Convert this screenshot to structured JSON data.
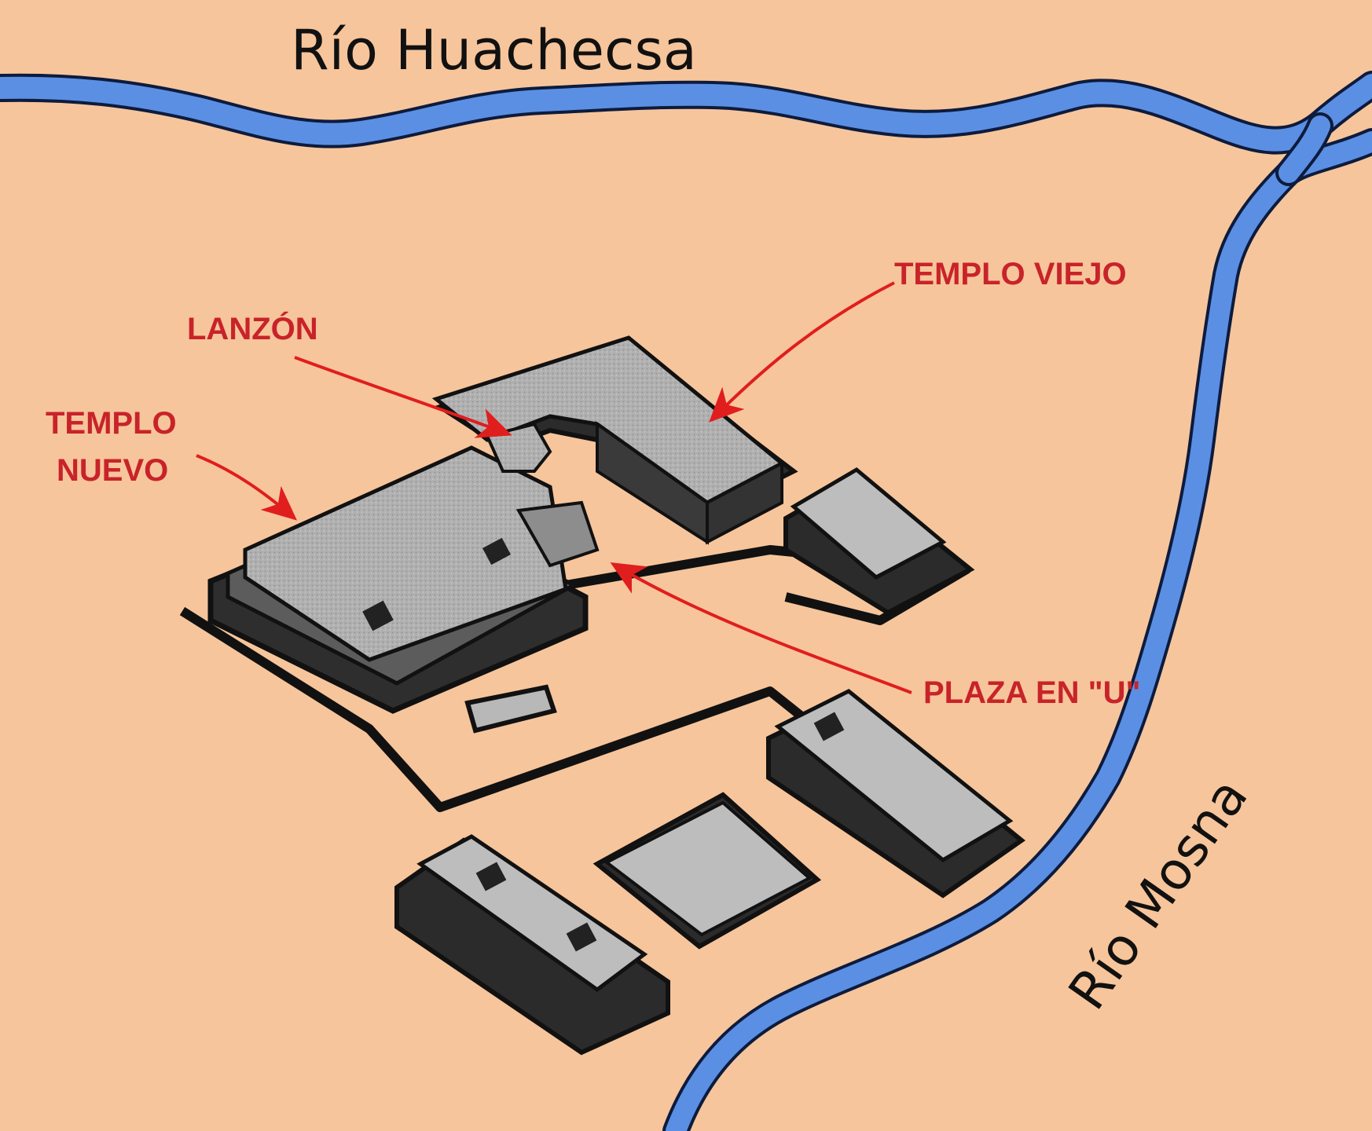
{
  "rivers": {
    "north": "Río Huachecsa",
    "east": "Río Mosna"
  },
  "labels": {
    "lanzon": "LANZÓN",
    "templo_viejo": "TEMPLO VIEJO",
    "templo_nuevo_line1": "TEMPLO",
    "templo_nuevo_line2": "NUEVO",
    "plaza_en_u": "PLAZA EN \"U\""
  },
  "colors": {
    "background": "#f7c59b",
    "river_fill": "#5b8fe3",
    "river_outline": "#0d1b3d",
    "label_red": "#c8232a",
    "arrow_red": "#e01e1e",
    "platform_top": "#b3b3b3",
    "platform_side": "#3a3a3a",
    "outline": "#111111"
  }
}
